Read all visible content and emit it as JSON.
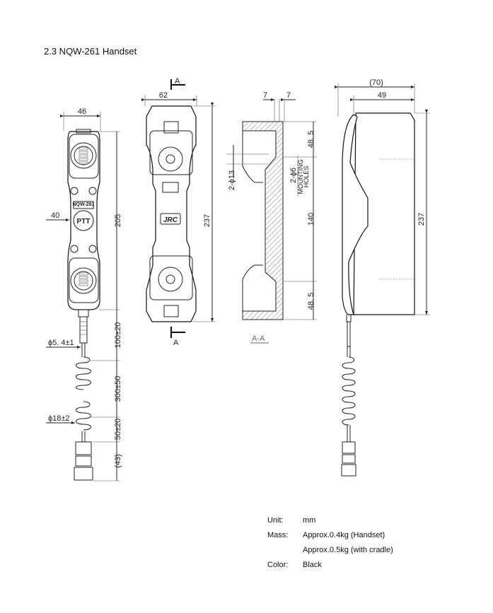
{
  "title": "2.3 NQW-261 Handset",
  "front_view": {
    "width_dim": "46",
    "height_dim": "205",
    "ptt_dim": "40",
    "ptt_label": "PTT",
    "model_label": "NQW-261",
    "cable_dia": "ϕ5. 4±1",
    "coil_dia": "ϕ18±2",
    "cable_dims": [
      "100±20",
      "300±50",
      "50±20",
      "(43)"
    ]
  },
  "cradle_view": {
    "width_dim": "62",
    "height_dim": "237",
    "section_marker": "A",
    "logo": "JRC"
  },
  "section_view": {
    "top_dims": [
      "7",
      "7"
    ],
    "hole_dim": "2-ϕ13",
    "mount_hole": "2-ϕ6",
    "mount_label_1": "MOUNTING",
    "mount_label_2": "HOLES",
    "vertical_dims": [
      "48. 5",
      "140",
      "48. 5"
    ],
    "section_label": "A-A"
  },
  "side_view": {
    "overall_depth": "(70)",
    "cradle_depth": "49",
    "height_dim": "237"
  },
  "specs": [
    {
      "label": "Unit:",
      "value": "mm"
    },
    {
      "label": "Mass:",
      "value": "Approx.0.4kg (Handset)"
    },
    {
      "label": "",
      "value": "Approx.0.5kg (with cradle)"
    },
    {
      "label": "Color:",
      "value": "Black"
    }
  ]
}
